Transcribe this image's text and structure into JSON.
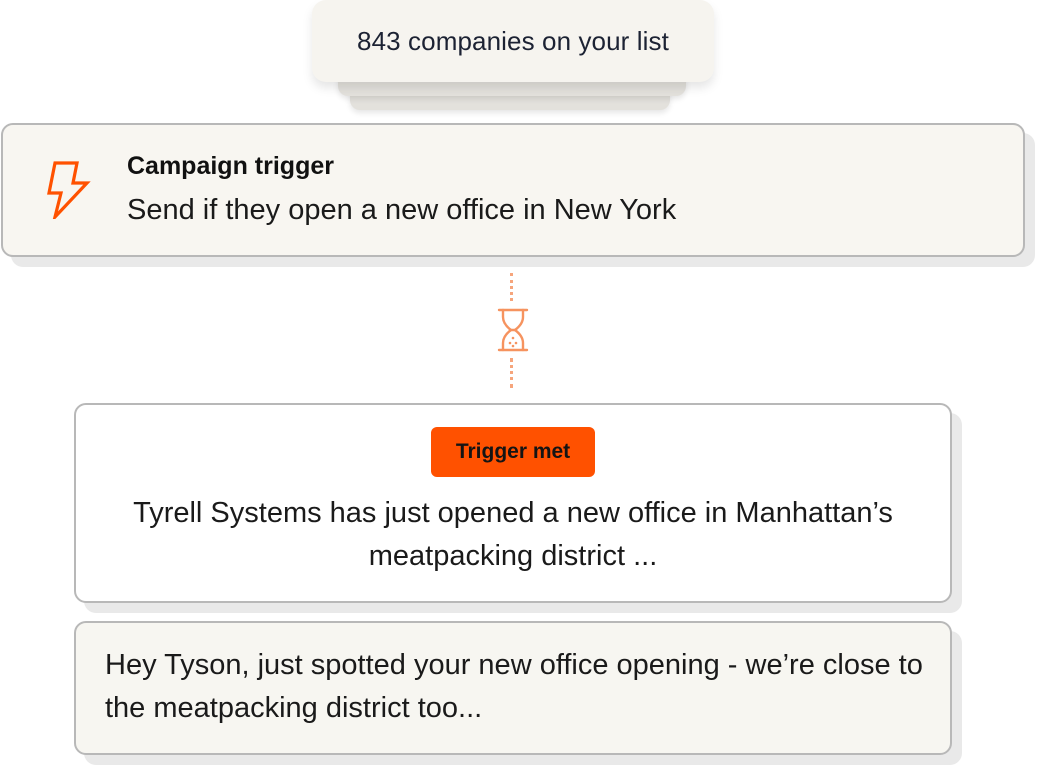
{
  "list": {
    "count_label": "843 companies on your list"
  },
  "trigger": {
    "icon": "lightning-bolt-icon",
    "title": "Campaign trigger",
    "description": "Send if they open a new office in New York"
  },
  "wait": {
    "icon": "hourglass-icon"
  },
  "event": {
    "badge": "Trigger met",
    "text": "Tyrell Systems has just opened a new office in Manhattan’s meatpacking district ..."
  },
  "email": {
    "text": "Hey Tyson, just spotted your new office opening - we’re close to the meatpacking district too..."
  },
  "colors": {
    "accent": "#FF5100",
    "connector": "#F6A57C",
    "card_bg": "#F8F6F1",
    "border": "#B8B8B8"
  }
}
